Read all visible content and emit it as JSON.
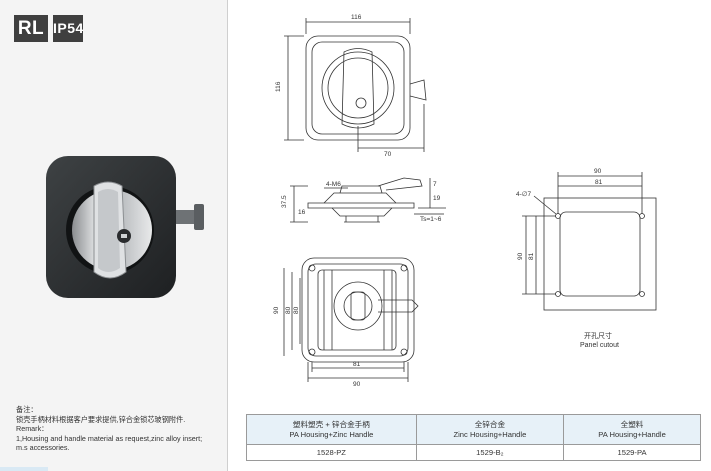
{
  "badges": {
    "series": "RL",
    "rating": "IP54"
  },
  "remark": {
    "cn": "备注：",
    "cn_body": "锁壳手柄材料根据客户要求提供,锌合金锁芯玻钢附件.",
    "en_title": "Remark：",
    "en_line1": "1,Housing and handle material as request,zinc alloy insert;",
    "en_line2": "m.s accessories."
  },
  "drawing": {
    "front": {
      "width": "116",
      "height": "116",
      "offset": "70"
    },
    "side": {
      "total": "37.5",
      "thread": "4-M6",
      "d1": "7",
      "d2": "19",
      "d3": "16",
      "ts": "Ts=1~6"
    },
    "rear": {
      "inner1": "80",
      "inner2": "90",
      "h1": "80",
      "h2": "90",
      "w1": "81"
    },
    "cutout": {
      "holes": "4-∅7",
      "outer": "90",
      "inner": "81",
      "h_outer": "90",
      "h_inner": "81",
      "caption_cn": "开孔尺寸",
      "caption_en": "Panel cutout"
    }
  },
  "table": {
    "headers": [
      {
        "cn": "塑料塑壳 + 锌合金手柄",
        "en": "PA Housing+Zinc Handle"
      },
      {
        "cn": "全锌合金",
        "en": "Zinc Housing+Handle"
      },
      {
        "cn": "全塑料",
        "en": "PA Housing+Handle"
      }
    ],
    "codes": [
      "1528-PZ",
      "1529-B₂",
      "1529-PA"
    ]
  }
}
